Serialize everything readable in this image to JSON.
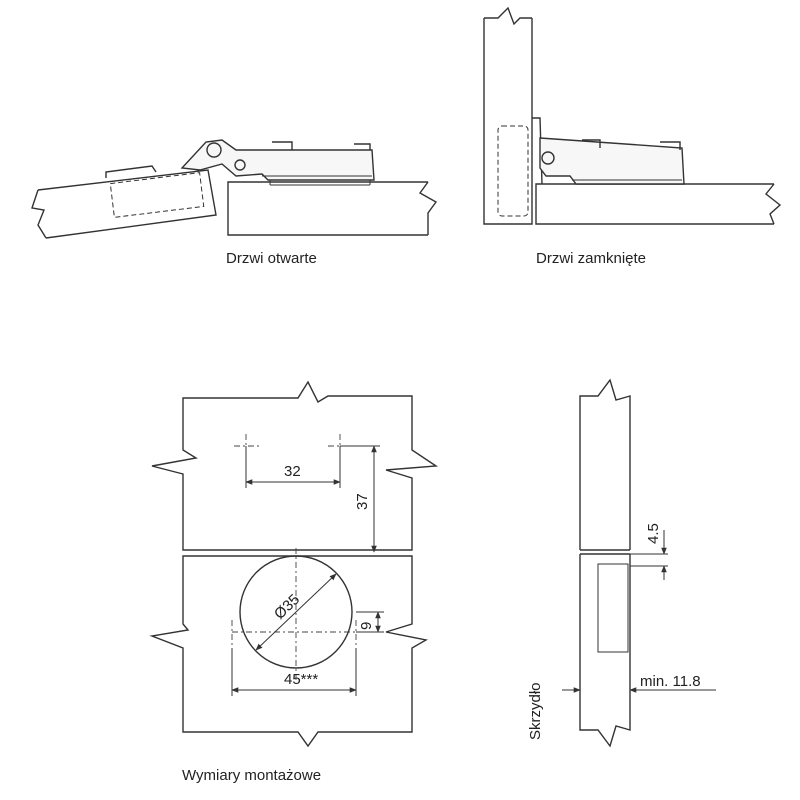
{
  "labels": {
    "door_open": "Drzwi otwarte",
    "door_closed": "Drzwi zamknięte",
    "mounting_dimensions": "Wymiary montażowe",
    "door_panel": "Skrzydło"
  },
  "dimensions": {
    "hole_spacing": "32",
    "hole_offset": "37",
    "cup_diameter": "Ø35",
    "cup_offset": "9",
    "cup_spacing": "45***",
    "edge_offset": "4.5",
    "min_thickness": "min. 11.8"
  }
}
